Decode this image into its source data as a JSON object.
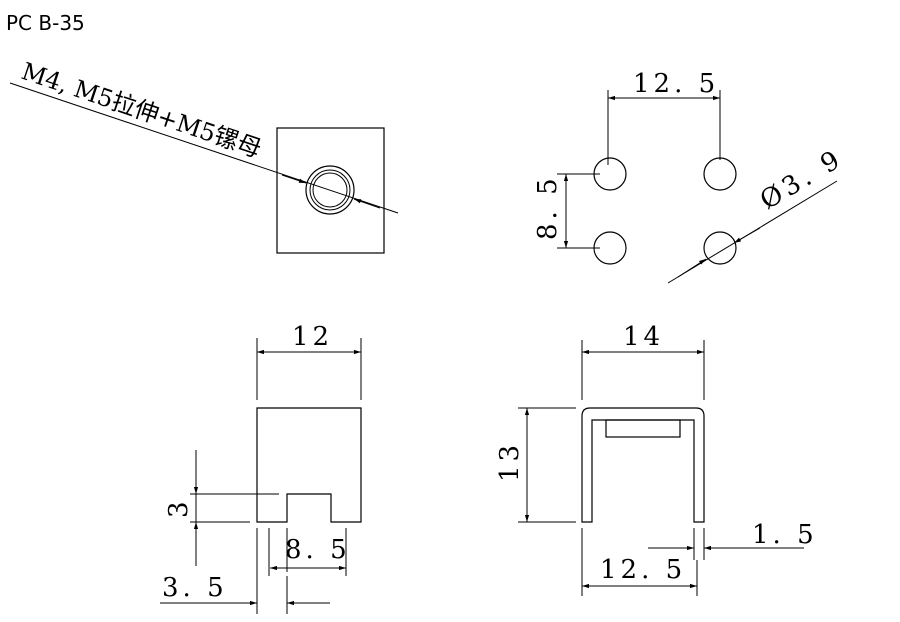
{
  "part_code": "PC B-35",
  "callout": "M4, M5拉伸+M5镙母",
  "dimensions": {
    "hole_spacing_h": "12. 5",
    "hole_spacing_v": "8. 5",
    "hole_diameter": "Ø3. 9",
    "front_width": "12",
    "front_slot_height": "3",
    "front_slot_width": "8. 5",
    "front_offset": "3. 5",
    "side_width": "14",
    "side_height": "13",
    "side_thickness": "1. 5",
    "side_inner_width": "12. 5"
  }
}
